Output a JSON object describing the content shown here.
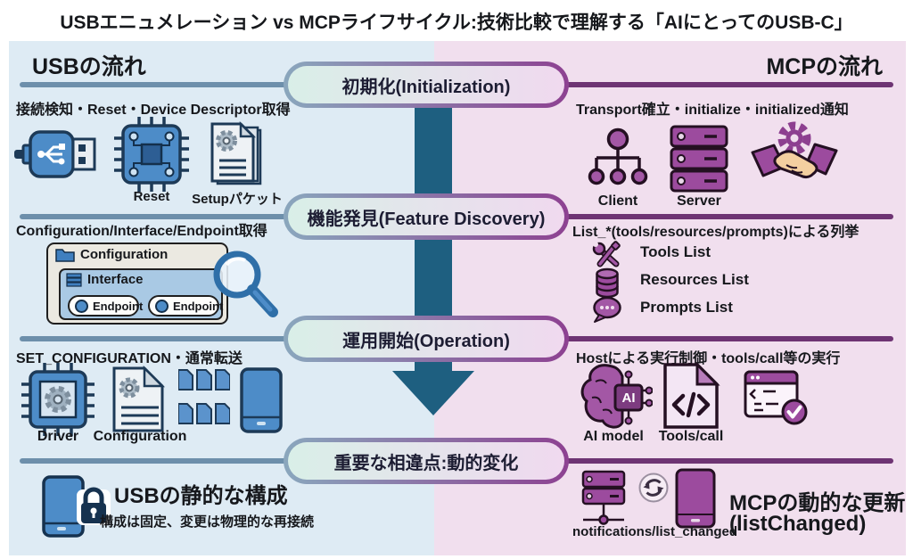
{
  "title": "USBエニュメレーション vs MCPライフサイクル:技術比較で理解する「AIにとってのUSB-C」",
  "stages": [
    "初期化(Initialization)",
    "機能発見(Feature Discovery)",
    "運用開始(Operation)",
    "重要な相違点:動的変化"
  ],
  "usb": {
    "header": "USBの流れ",
    "s1": {
      "caption": "接続検知・Reset・Device Descriptor取得",
      "reset_label": "Reset",
      "setup_label": "Setupパケット"
    },
    "s2": {
      "caption": "Configuration/Interface/Endpoint取得",
      "configuration_label": "Configuration",
      "interface_label": "Interface",
      "endpoint1_label": "Endpoint",
      "endpoint2_label": "Endpoint"
    },
    "s3": {
      "caption": "SET_CONFIGURATION・通常転送",
      "driver_label": "Driver",
      "configuration_label": "Configuration"
    },
    "s4": {
      "title": "USBの静的な構成",
      "subtitle": "構成は固定、変更は物理的な再接続"
    }
  },
  "mcp": {
    "header": "MCPの流れ",
    "s1": {
      "caption": "Transport確立・initialize・initialized通知",
      "client_label": "Client",
      "server_label": "Server"
    },
    "s2": {
      "caption": "List_*(tools/resources/prompts)による列挙",
      "items": [
        "Tools List",
        "Resources List",
        "Prompts List"
      ]
    },
    "s3": {
      "caption": "Hostによる実行制御・tools/call等の実行",
      "ai_label": "AI model",
      "tools_label": "Tools/call"
    },
    "s4": {
      "caption": "notifications/list_changed",
      "title": "MCPの動的な更新",
      "subtitle": "(listChanged)"
    }
  },
  "colors": {
    "usb-bg": "#deebf4",
    "mcp-bg": "#f1dfee",
    "usb-line": "#6d8fab",
    "mcp-line": "#6e3473",
    "arrow": "#1e5f80",
    "usb-icon": "#4d8cc8",
    "mcp-icon": "#9c4b9e",
    "pill-border-l": "#8aa7bd",
    "pill-border-r": "#8d4191",
    "pill-fill-l": "#d9efe8",
    "pill-fill-r": "#f0d9ef"
  }
}
